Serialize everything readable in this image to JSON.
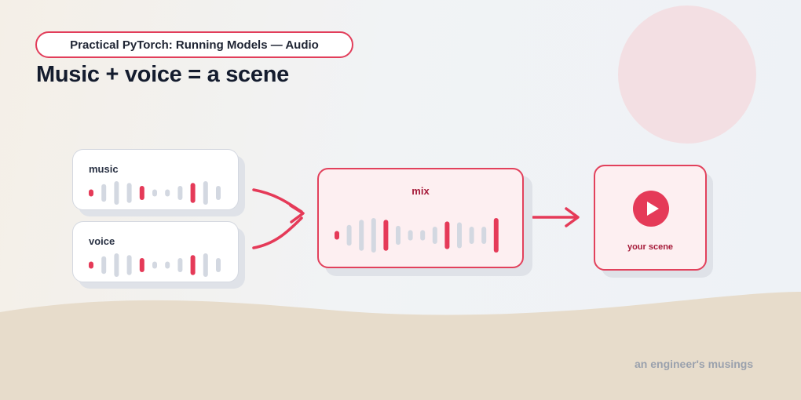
{
  "header": {
    "pill_text": "Practical PyTorch: Running Models — Audio",
    "title": "Music + voice = a scene"
  },
  "cards": {
    "music": {
      "label": "music",
      "bars": [
        0.3,
        0.75,
        1,
        0.85,
        0.6,
        0.3,
        0.3,
        0.6,
        0.85,
        1,
        0.6
      ],
      "highlight": [
        0,
        4,
        8
      ]
    },
    "voice": {
      "label": "voice",
      "bars": [
        0.3,
        0.75,
        1,
        0.85,
        0.6,
        0.3,
        0.3,
        0.6,
        0.85,
        1,
        0.6
      ],
      "highlight": [
        0,
        4,
        8
      ]
    },
    "mix": {
      "label": "mix",
      "bars": [
        0.25,
        0.6,
        0.9,
        1,
        0.9,
        0.55,
        0.3,
        0.3,
        0.5,
        0.8,
        0.75,
        0.5,
        0.5,
        1
      ],
      "highlight": [
        0,
        4,
        9,
        13
      ]
    },
    "scene": {
      "label": "your scene"
    }
  },
  "footer": {
    "text": "an engineer's musings"
  },
  "colors": {
    "accent": "#e53a58",
    "bar_muted": "#d3d8e1",
    "sun": "#f3dfe3",
    "sand": "#e7dccb"
  }
}
